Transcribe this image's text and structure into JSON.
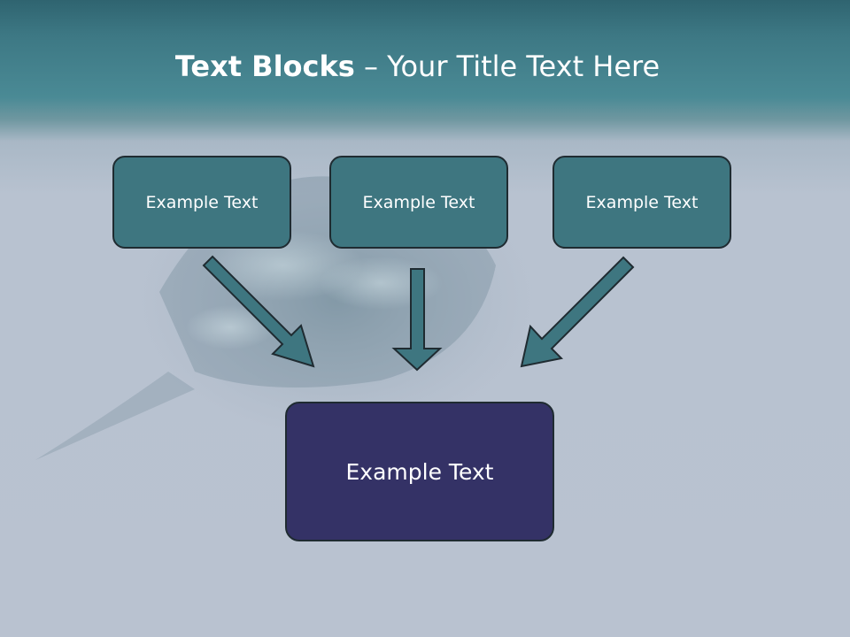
{
  "slide": {
    "title_bold": "Text Blocks",
    "title_rest": " – Your Title Text Here",
    "boxes": [
      {
        "label": "Example Text"
      },
      {
        "label": "Example Text"
      },
      {
        "label": "Example Text"
      }
    ],
    "target_box": {
      "label": "Example Text"
    }
  },
  "colors": {
    "header": "#3d7884",
    "small_box": "#3e7680",
    "target_box": "#343266",
    "arrow": "#3e7680"
  }
}
